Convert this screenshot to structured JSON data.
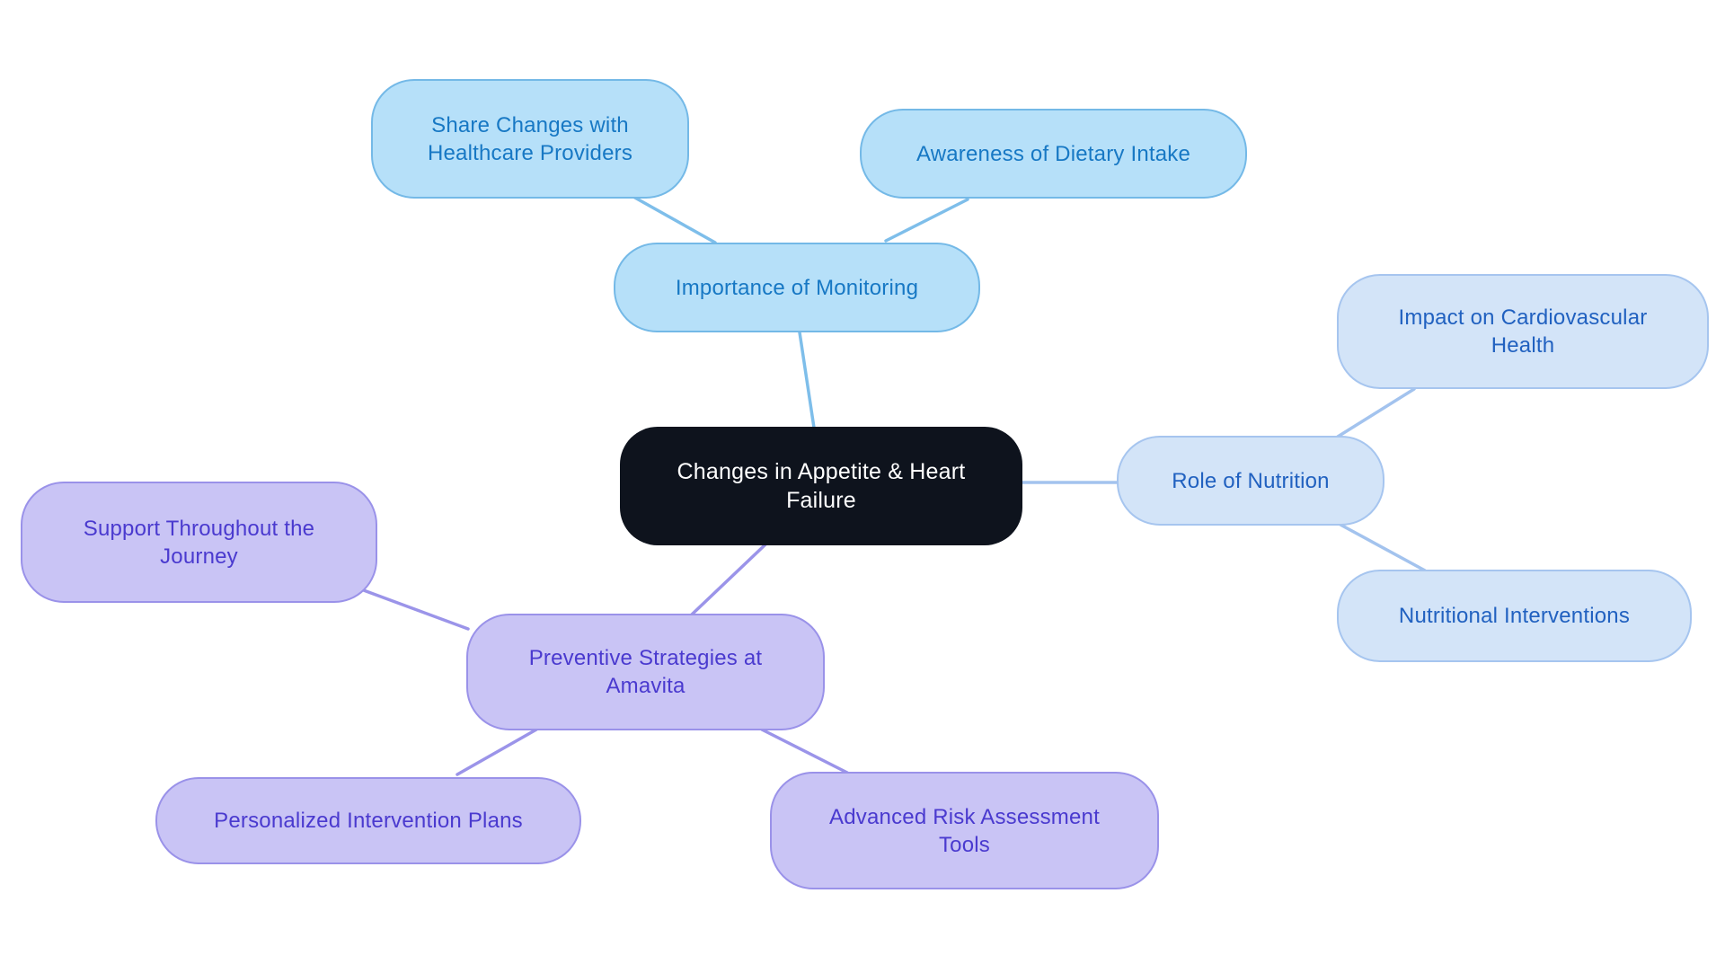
{
  "diagram": {
    "type": "mindmap",
    "background_color": "#FFFFFF",
    "center": {
      "label": "Changes in Appetite & Heart Failure",
      "fill": "#0E131D",
      "text_color": "#FFFFFF"
    },
    "branches": [
      {
        "label": "Importance of Monitoring",
        "fill": "#B6E0F9",
        "border_color": "#74B9E7",
        "text_color": "#1778C4",
        "connector_color": "#7EBEEA",
        "children": [
          {
            "label": "Share Changes with Healthcare Providers"
          },
          {
            "label": "Awareness of Dietary Intake"
          }
        ]
      },
      {
        "label": "Role of Nutrition",
        "fill": "#D3E4F8",
        "border_color": "#A6C5EF",
        "text_color": "#2161C0",
        "connector_color": "#A3C3EE",
        "children": [
          {
            "label": "Impact on Cardiovascular Health"
          },
          {
            "label": "Nutritional Interventions"
          }
        ]
      },
      {
        "label": "Preventive Strategies at Amavita",
        "fill": "#C9C4F5",
        "border_color": "#9A92E9",
        "text_color": "#4A3ACF",
        "connector_color": "#9B94E9",
        "children": [
          {
            "label": "Support Throughout the Journey"
          },
          {
            "label": "Personalized Intervention Plans"
          },
          {
            "label": "Advanced Risk Assessment Tools"
          }
        ]
      }
    ]
  }
}
